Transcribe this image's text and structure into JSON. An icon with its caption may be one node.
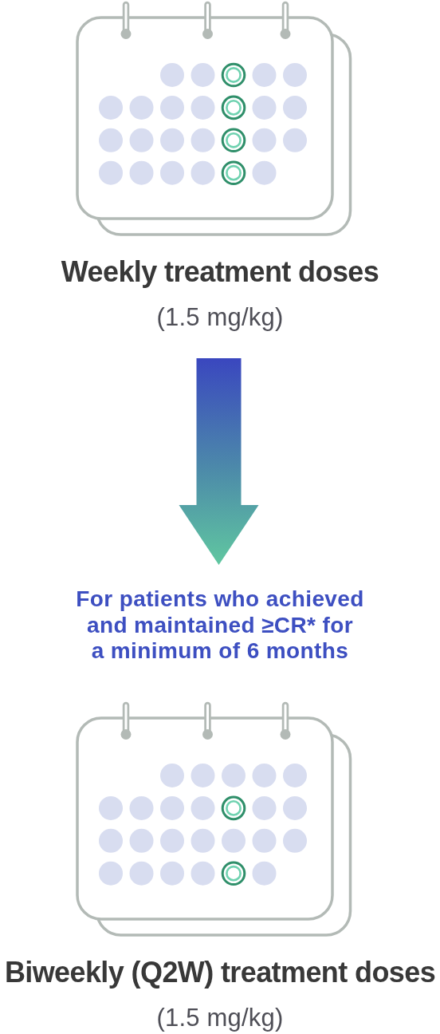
{
  "diagram": {
    "nodes": [
      {
        "text": [
          "Weekly treatment doses",
          "(1.5 mg/kg)"
        ]
      },
      {
        "text": [
          "For patients who achieved and maintained ≥CR* for a minimum of 6 months"
        ]
      },
      {
        "text": [
          "Biweekly (Q2W) treatment doses",
          "(1.5 mg/kg)"
        ]
      }
    ],
    "edges": [
      {
        "from": 0,
        "to": 1,
        "arrow": "to",
        "style": "thick"
      }
    ]
  }
}
